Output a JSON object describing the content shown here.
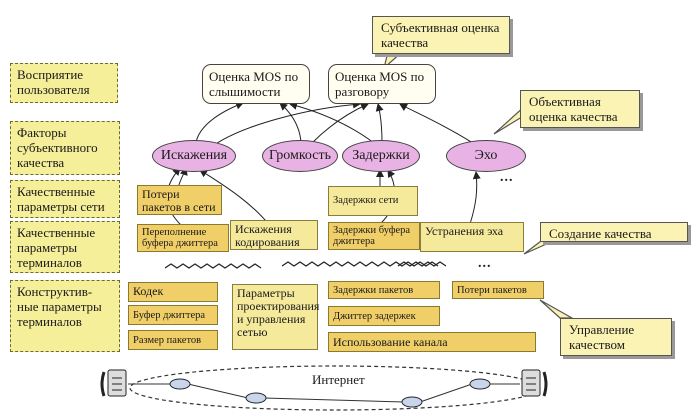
{
  "left_labels": [
    "Восприятие пользователя",
    "Факторы субъективного качества",
    "Качественные параметры сети",
    "Качественные параметры терминалов",
    "Конструктив-ные параметры терминалов"
  ],
  "mos": [
    "Оценка MOS по слышимости",
    "Оценка MOS по разговору"
  ],
  "ellipses": [
    "Искажения",
    "Громкость",
    "Задержки",
    "Эхо"
  ],
  "callouts": {
    "subjective": "Субъективная оценка качества",
    "objective": "Объективная оценка качества",
    "creation": "Создание качества",
    "management": "Управление качеством"
  },
  "network": {
    "loss": "Потери пакетов в сети",
    "delay": "Задержки сети"
  },
  "terminal": {
    "jitter_overflow": "Переполнение буфера джиттера",
    "coding_distortion": "Искажения кодирования",
    "jitter_delay": "Задержки буфера джиттера",
    "echo_removal": "Устранения эха"
  },
  "design": {
    "codec": "Кодек",
    "jitter_buffer": "Буфер джиттера",
    "packet_size": "Размер пакетов",
    "params": "Параметры проектирования и управления сетью",
    "packet_delays": "Задержки пакетов",
    "packet_loss": "Потери пакетов",
    "delay_jitter": "Джиттер задержек",
    "channel_use": "Использование канала"
  },
  "internet": "Интернет",
  "ellipsis": "..."
}
